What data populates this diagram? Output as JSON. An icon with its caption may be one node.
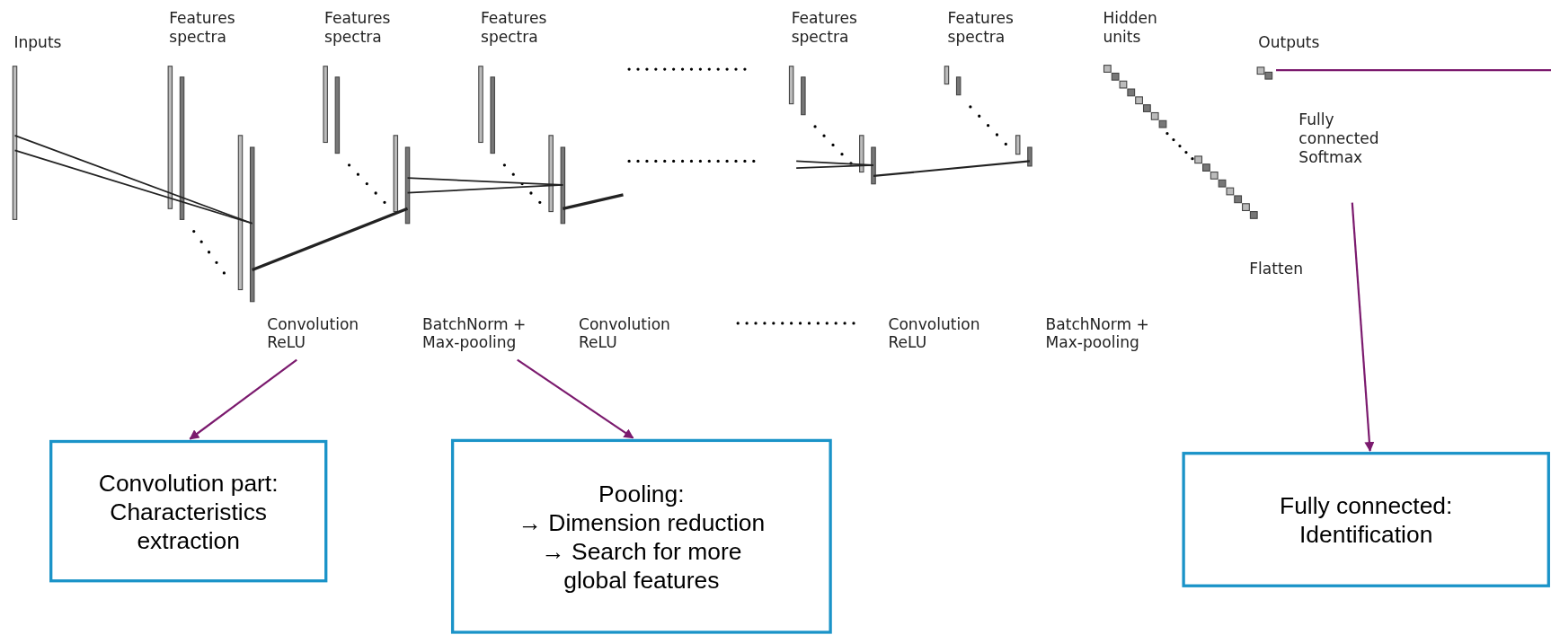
{
  "diagram": {
    "nodes": [
      {
        "text": [],
        "shape": "box"
      },
      {
        "text": [
          "Fully connected Softmax"
        ]
      },
      {
        "text": [
          "Convolution ReLU"
        ]
      },
      {
        "text": [
          "BatchNorm + Max-pooling"
        ]
      },
      {
        "text": [
          "Convolution part: Characteristics extraction"
        ]
      },
      {
        "text": [
          "Pooling:",
          "→ Dimension reduction",
          "→ Search for more global features"
        ]
      },
      {
        "text": [
          "Fully connected: Identification"
        ]
      }
    ],
    "edges": [
      {
        "from": 2,
        "to": 4,
        "arrow": "to"
      },
      {
        "from": 3,
        "to": 5,
        "arrow": "to"
      },
      {
        "from": 1,
        "to": 6,
        "arrow": "to"
      },
      {
        "from": 0,
        "to": null,
        "arrow": "none"
      }
    ],
    "labels": [
      "Inputs",
      "Features spectra",
      "Features spectra",
      "Features spectra",
      "Features spectra",
      "Features spectra",
      "Hidden units",
      "Outputs",
      "Flatten",
      "Convolution ReLU",
      "Convolution ReLU",
      "BatchNorm + Max-pooling"
    ]
  }
}
